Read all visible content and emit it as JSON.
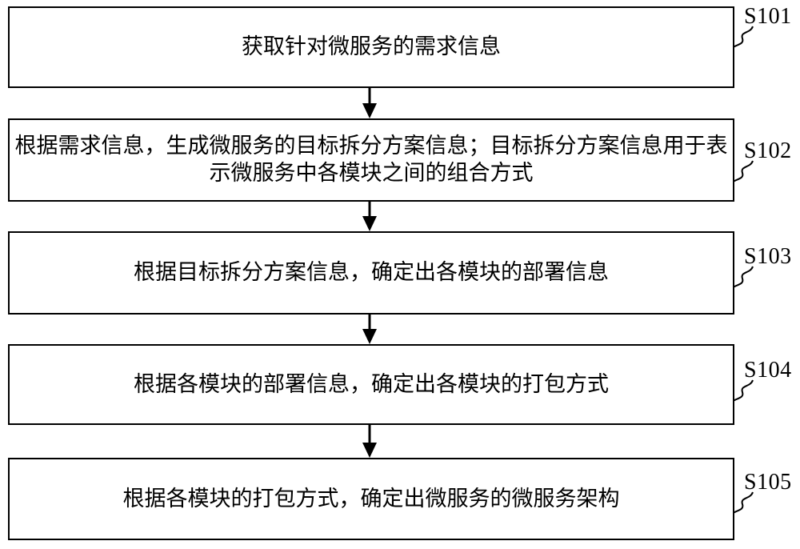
{
  "figure": {
    "type": "flowchart",
    "colors": {
      "line": "#000000",
      "text": "#000000",
      "background": "#ffffff"
    },
    "steps": [
      {
        "id": "S101",
        "text": "获取针对微服务的需求信息"
      },
      {
        "id": "S102",
        "text": "根据需求信息，生成微服务的目标拆分方案信息；目标拆分方案信息用于表示微服务中各模块之间的组合方式"
      },
      {
        "id": "S103",
        "text": "根据目标拆分方案信息，确定出各模块的部署信息"
      },
      {
        "id": "S104",
        "text": "根据各模块的部署信息，确定出各模块的打包方式"
      },
      {
        "id": "S105",
        "text": "根据各模块的打包方式，确定出微服务的微服务架构"
      }
    ]
  }
}
